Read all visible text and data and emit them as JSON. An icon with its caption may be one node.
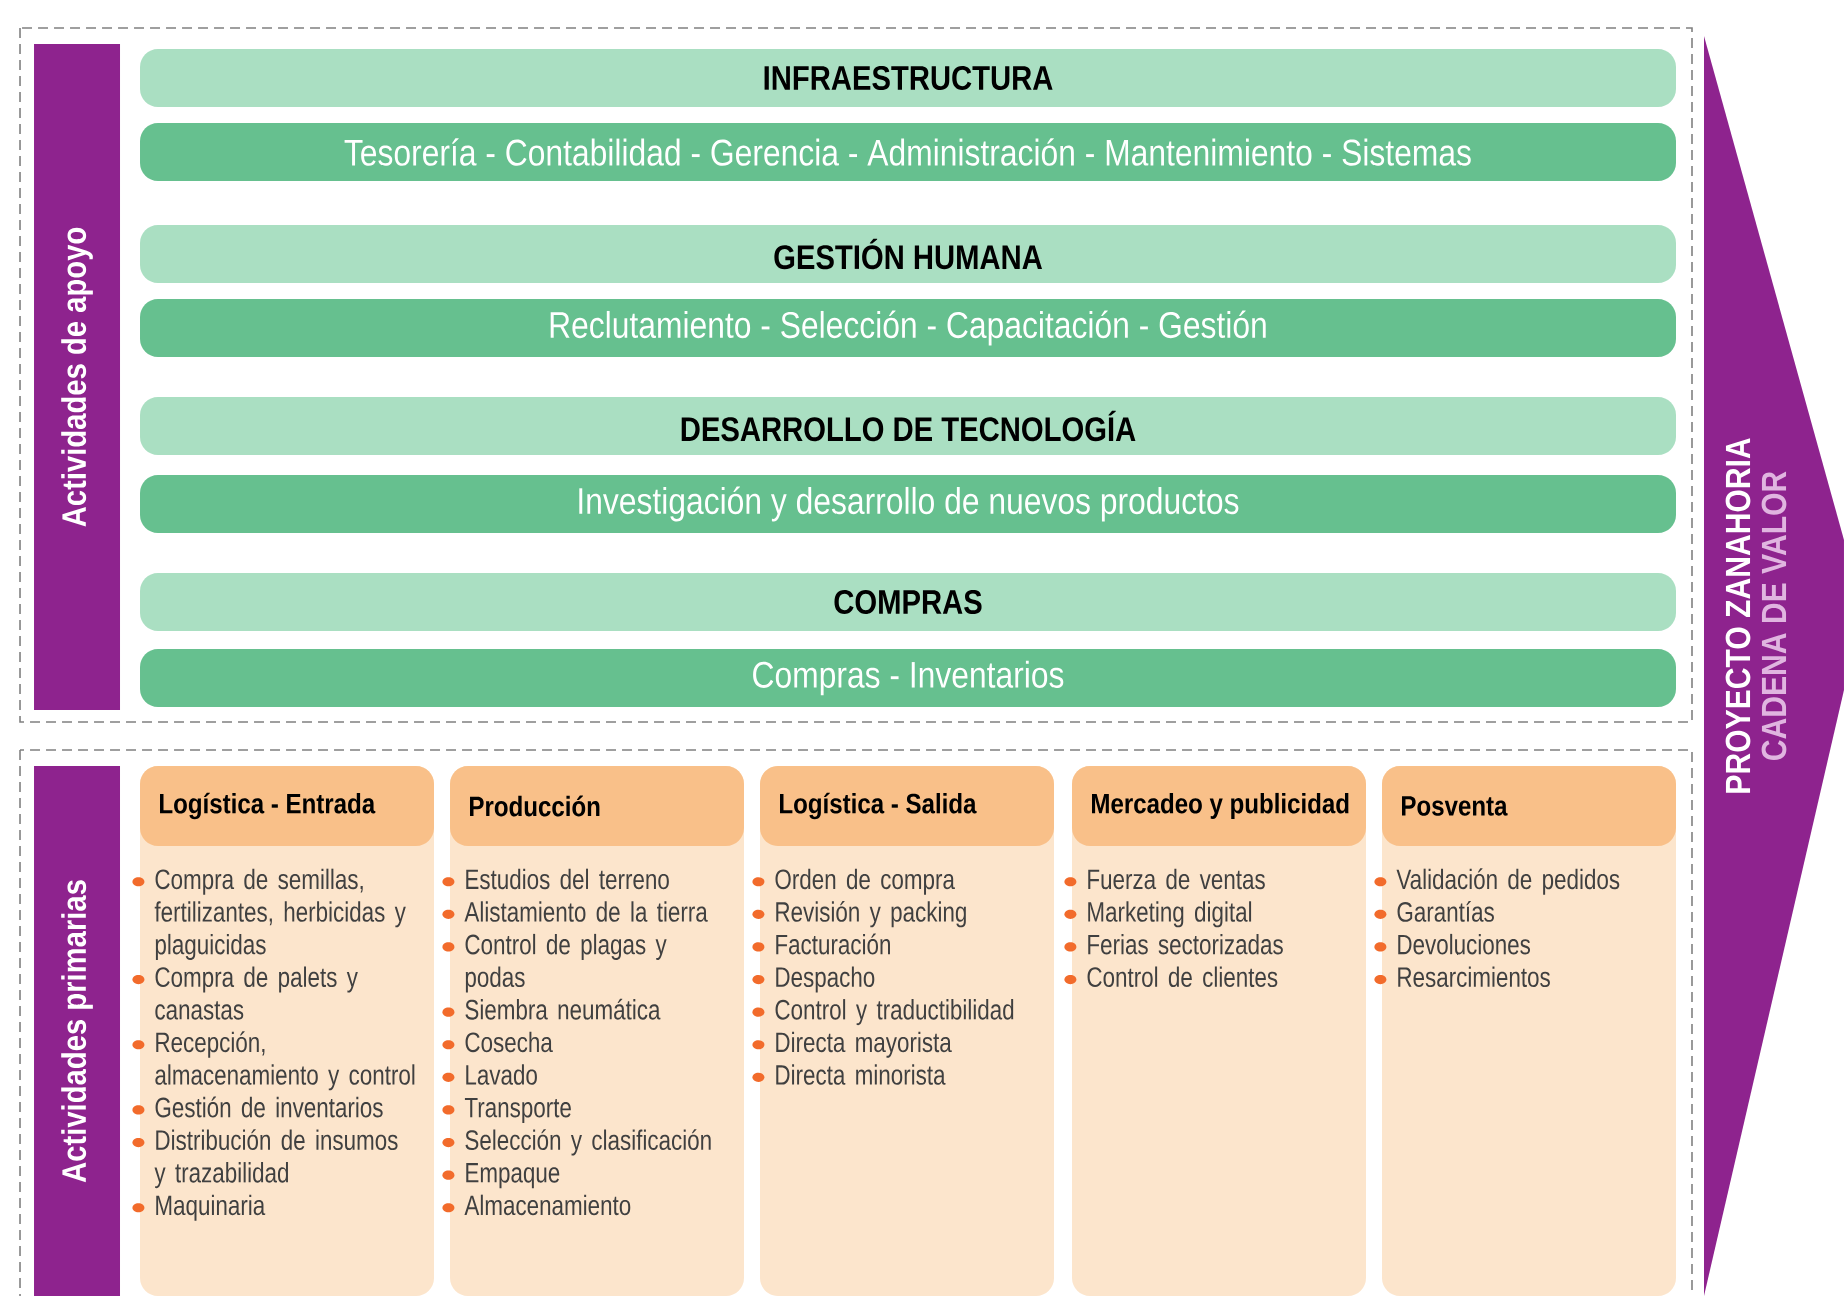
{
  "diagram": {
    "nodes": [
      {
        "text": [
          "Actividades de apoyo"
        ]
      },
      {
        "text": [
          "INFRAESTRUCTURA"
        ]
      },
      {
        "text": [
          "Tesorería - Contabilidad - Gerencia - Administración - Mantenimiento - Sistemas"
        ]
      },
      {
        "text": [
          "GESTIÓN HUMANA"
        ]
      },
      {
        "text": [
          "Reclutamiento - Selección - Capacitación - Gestión"
        ]
      },
      {
        "text": [
          "DESARROLLO DE TECNOLOGÍA"
        ]
      },
      {
        "text": [
          "Investigación y desarrollo de nuevos productos"
        ]
      },
      {
        "text": [
          "COMPRAS"
        ]
      },
      {
        "text": [
          "Compras - Inventarios"
        ]
      },
      {
        "text": [
          "Actividades primarias"
        ]
      },
      {
        "text": [
          "Logística - Entrada",
          "Compra de semillas, fertilizantes, herbicidas y plaguicidas",
          "Compra de palets y canastas",
          "Recepción, almacenamiento y control",
          "Gestión de inventarios",
          "Distribución de insumos y trazabilidad",
          "Maquinaria"
        ]
      },
      {
        "text": [
          "Producción",
          "Estudios del terreno",
          "Alistamiento de la tierra",
          "Control de plagas y podas",
          "Siembra neumática",
          "Cosecha",
          "Lavado",
          "Transporte",
          "Selección y clasificación",
          "Empaque",
          "Almacenamiento"
        ]
      },
      {
        "text": [
          "Logística - Salida",
          "Orden de compra",
          "Revisión y packing",
          "Facturación",
          "Despacho",
          "Control y traductibilidad",
          "Directa mayorista",
          "Directa minorista"
        ]
      },
      {
        "text": [
          "Mercadeo y publicidad",
          "Fuerza de ventas",
          "Marketing digital",
          "Ferias sectorizadas",
          "Control de clientes"
        ]
      },
      {
        "text": [
          "Posventa",
          "Validación de pedidos",
          "Garantías",
          "Devoluciones",
          "Resarcimientos"
        ]
      },
      {
        "text": [
          "PROYECTO ZANAHORIA",
          "CADENA DE VALOR"
        ]
      }
    ]
  }
}
